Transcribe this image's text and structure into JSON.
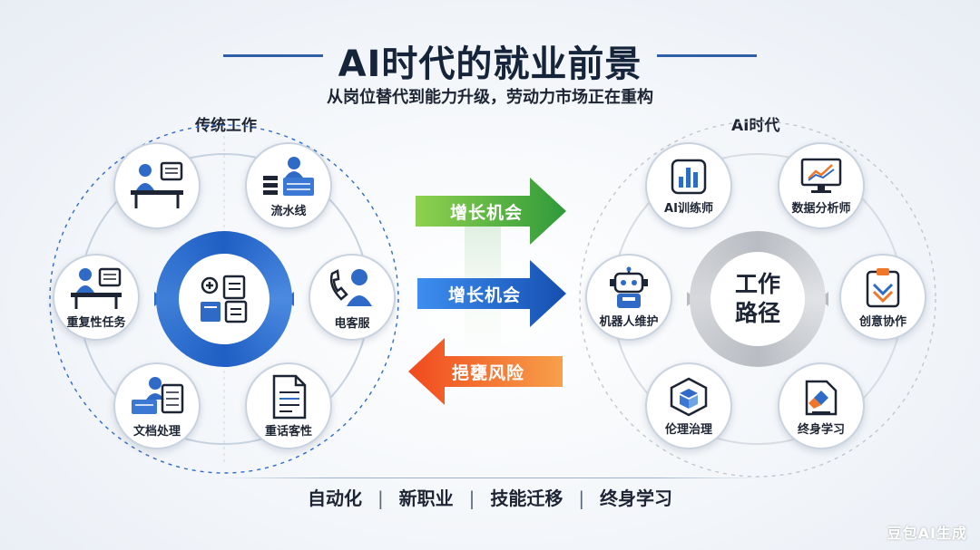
{
  "title": "AI时代的就业前景",
  "subtitle": "从岗位替代到能力升级，劳动力市场正在重构",
  "left": {
    "label": "传统工作",
    "nodes": {
      "desk_top": "",
      "assembly": "流水线",
      "phone": "电客服",
      "docs_bottom": "重话客性",
      "typing": "文档处理",
      "repetitive": "重复性任务"
    }
  },
  "right": {
    "label": "AI时代",
    "hub_line1": "工作",
    "hub_line2": "路径",
    "nodes": {
      "ai_trainer": "AI训练师",
      "data_analyst": "数据分析师",
      "creative": "创意协作",
      "lifelong": "终身学习",
      "ethics": "伦理治理",
      "robot": "机器人维护"
    }
  },
  "arrows": {
    "top": "增长机会",
    "middle": "增长机会",
    "bottom": "挹甕风险"
  },
  "bottom": {
    "items": [
      "自动化",
      "新职业",
      "技能迁移",
      "终身学习"
    ],
    "separator": "|"
  },
  "watermark": "豆包AI生成",
  "colors": {
    "primary_blue": "#1f5fc4",
    "arrow_green": "#3aa63a",
    "arrow_blue": "#1a64c8",
    "arrow_orange": "#f0622a",
    "hub_gray": "#c4c7cc"
  }
}
